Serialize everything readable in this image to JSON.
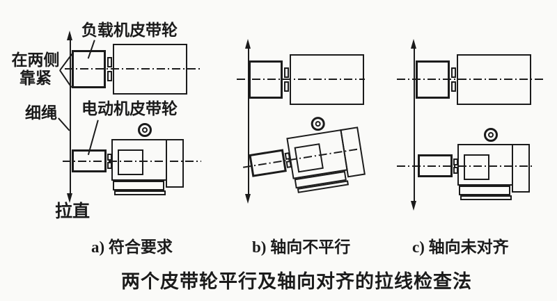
{
  "title": "两个皮带轮平行及轴向对齐的拉线检查法",
  "labels": {
    "load_pulley": "负载机皮带轮",
    "press_line1": "在两侧",
    "press_line2": "靠紧",
    "string": "细绳",
    "motor_pulley": "电动机皮带轮",
    "pull_straight": "拉直"
  },
  "captions": {
    "a": "a) 符合要求",
    "b": "b) 轴向不平行",
    "c": "c) 轴向未对齐"
  },
  "colors": {
    "line": "#1b1b1b",
    "background": "#fafaf8"
  }
}
